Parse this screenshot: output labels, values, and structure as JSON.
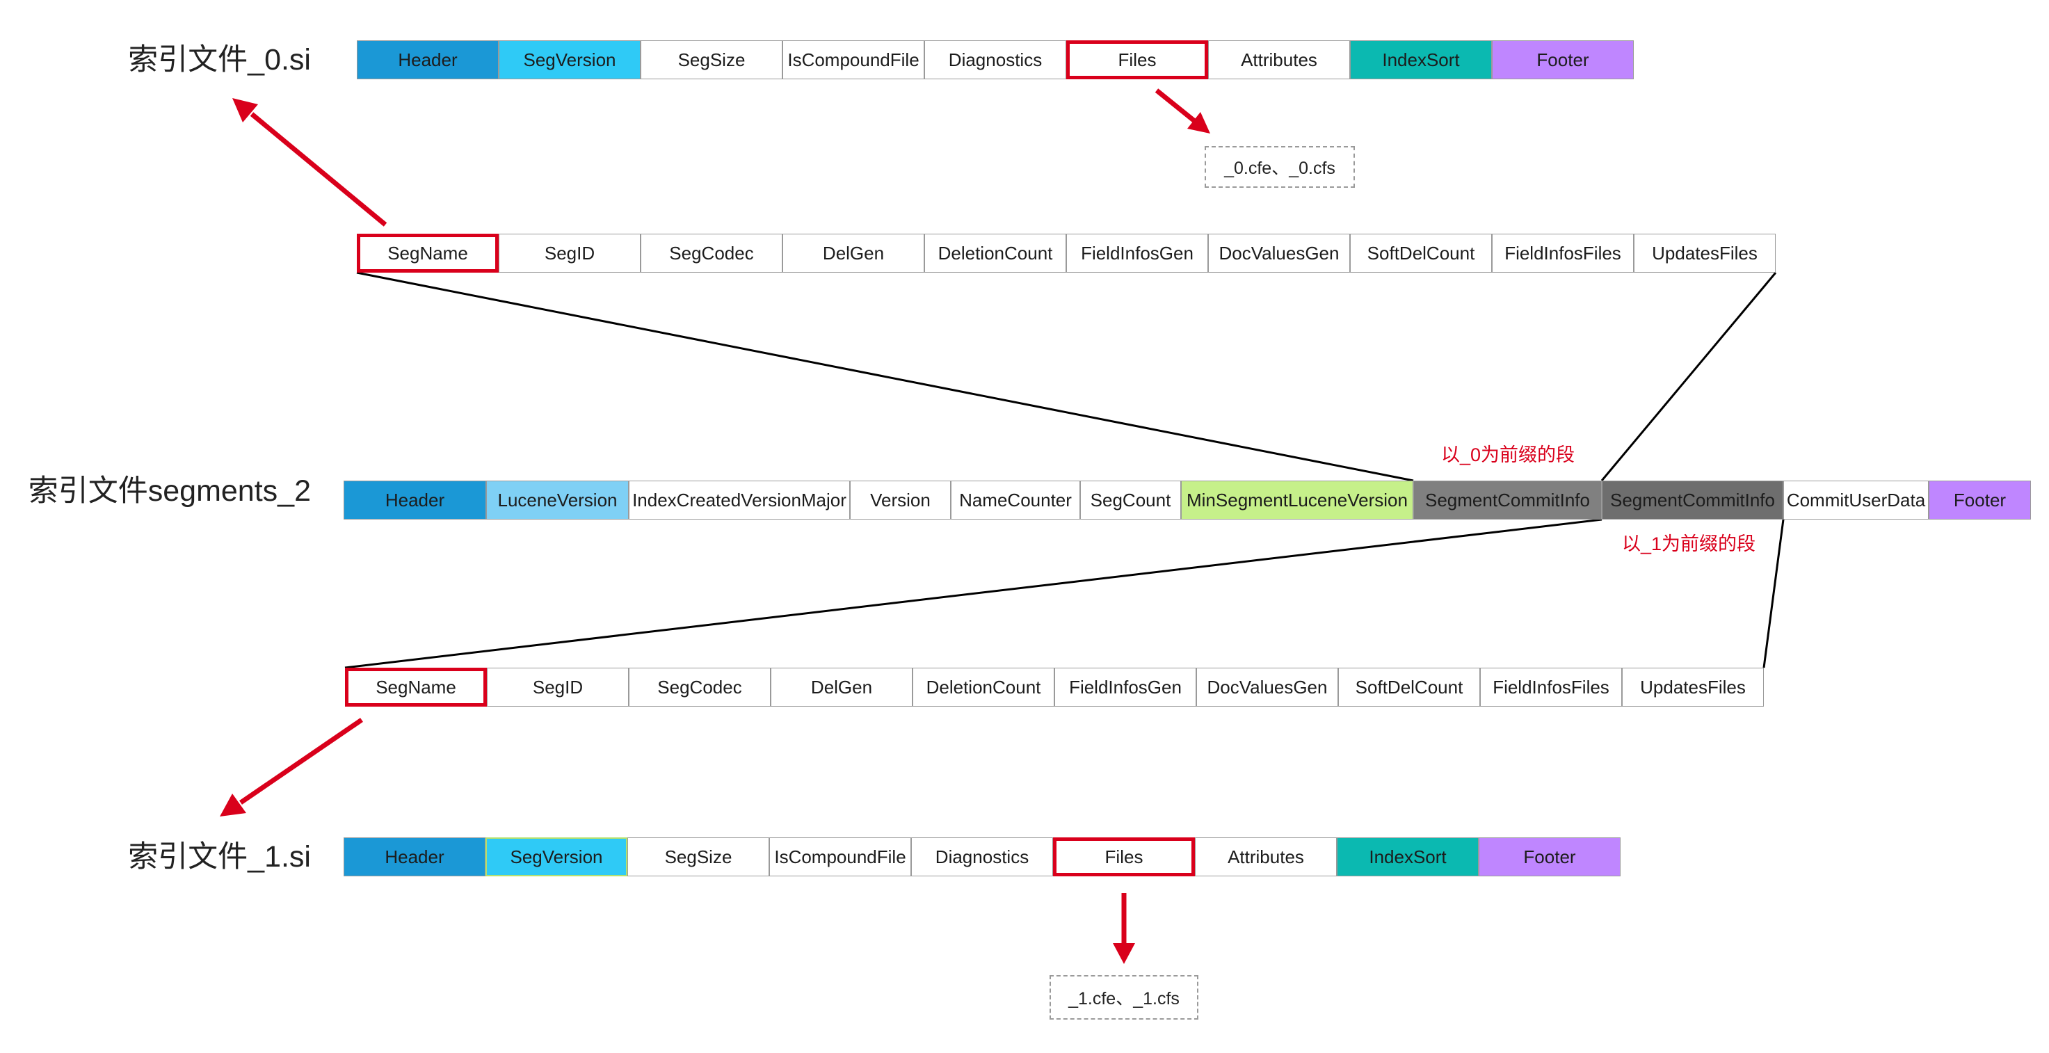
{
  "labels": {
    "si_0": "索引文件_0.si",
    "segments_2": "索引文件segments_2",
    "si_1": "索引文件_1.si"
  },
  "si_0": {
    "fields": [
      "Header",
      "SegVersion",
      "SegSize",
      "IsCompoundFile",
      "Diagnostics",
      "Files",
      "Attributes",
      "IndexSort",
      "Footer"
    ],
    "files_box": "_0.cfe、_0.cfs"
  },
  "segment_commit_info_0": {
    "note": "以_0为前缀的段",
    "fields": [
      "SegName",
      "SegID",
      "SegCodec",
      "DelGen",
      "DeletionCount",
      "FieldInfosGen",
      "DocValuesGen",
      "SoftDelCount",
      "FieldInfosFiles",
      "UpdatesFiles"
    ]
  },
  "segments_2": {
    "fields": [
      "Header",
      "LuceneVersion",
      "IndexCreatedVersionMajor",
      "Version",
      "NameCounter",
      "SegCount",
      "MinSegmentLuceneVersion",
      "SegmentCommitInfo",
      "SegmentCommitInfo",
      "CommitUserData",
      "Footer"
    ]
  },
  "segment_commit_info_1": {
    "note": "以_1为前缀的段",
    "fields": [
      "SegName",
      "SegID",
      "SegCodec",
      "DelGen",
      "DeletionCount",
      "FieldInfosGen",
      "DocValuesGen",
      "SoftDelCount",
      "FieldInfosFiles",
      "UpdatesFiles"
    ]
  },
  "si_1": {
    "fields": [
      "Header",
      "SegVersion",
      "SegSize",
      "IsCompoundFile",
      "Diagnostics",
      "Files",
      "Attributes",
      "IndexSort",
      "Footer"
    ],
    "files_box": "_1.cfe、_1.cfs"
  },
  "colors": {
    "header": "#1b98d6",
    "seg_version": "#2fcaf6",
    "lucene_version": "#7fd0f5",
    "index_sort": "#0bb9b1",
    "footer": "#bf86ff",
    "min_segment_lucene_version": "#c6f08a",
    "segment_commit_info_0": "#808080",
    "segment_commit_info_1": "#6e6e6e",
    "highlight": "#d9001b",
    "connector": "#000000"
  }
}
